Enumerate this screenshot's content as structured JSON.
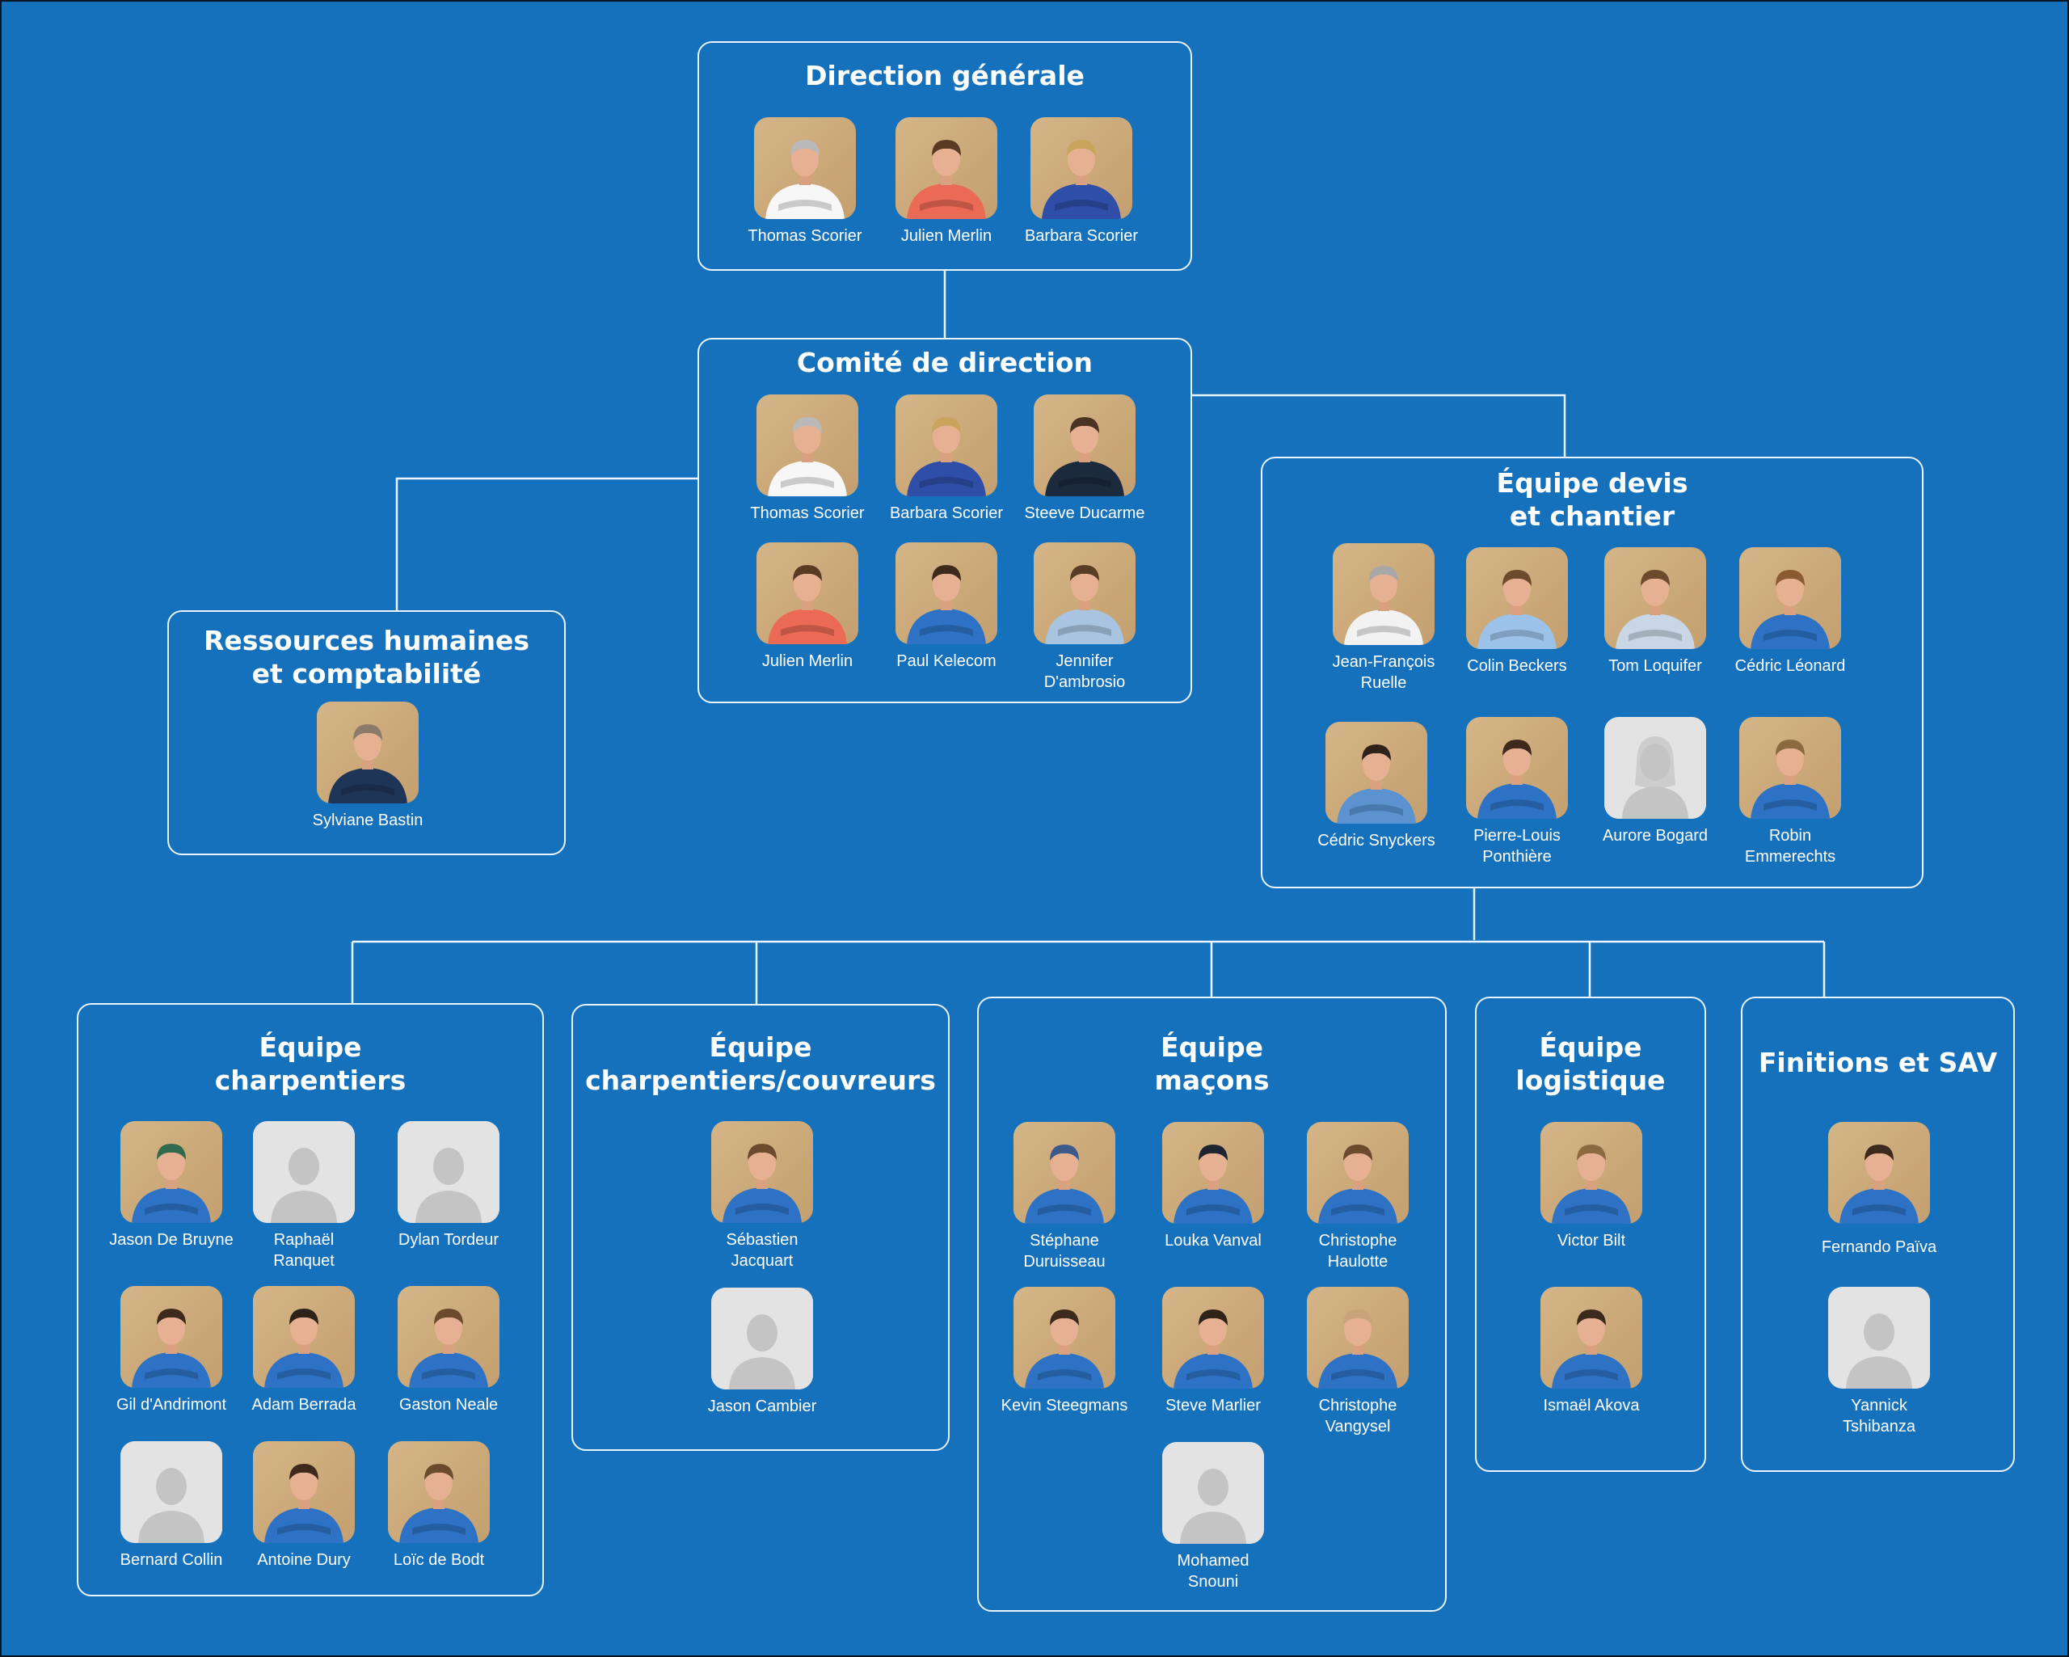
{
  "colors": {
    "background": "#1571bc",
    "border": "#eaf4ff",
    "text": "#ffffff",
    "placeholder": "#e3e3e3",
    "photo_bg": "#d2b284"
  },
  "groups": [
    {
      "id": "direction-generale",
      "title": "Direction générale",
      "members": [
        {
          "name": "Thomas Scorier",
          "shirt": "#f7f7f7",
          "hair": "#b9b9b9",
          "photo": true
        },
        {
          "name": "Julien Merlin",
          "shirt": "#ea6a55",
          "hair": "#5a3a22",
          "photo": true
        },
        {
          "name": "Barbara Scorier",
          "shirt": "#2e4ea8",
          "hair": "#c9a45c",
          "photo": true
        }
      ]
    },
    {
      "id": "comite-direction",
      "title": "Comité de direction",
      "members": [
        {
          "name": "Thomas Scorier",
          "shirt": "#f7f7f7",
          "hair": "#b9b9b9",
          "photo": true
        },
        {
          "name": "Barbara Scorier",
          "shirt": "#2e4ea8",
          "hair": "#c9a45c",
          "photo": true
        },
        {
          "name": "Steeve Ducarme",
          "shirt": "#1c2a3d",
          "hair": "#4a3322",
          "photo": true
        },
        {
          "name": "Julien Merlin",
          "shirt": "#ea6a55",
          "hair": "#5a3a22",
          "photo": true
        },
        {
          "name": "Paul Kelecom",
          "shirt": "#2d72c4",
          "hair": "#3d2a1c",
          "photo": true
        },
        {
          "name": "Jennifer\nD'ambrosio",
          "shirt": "#a9c4e0",
          "hair": "#5a3d26",
          "photo": true
        }
      ]
    },
    {
      "id": "ressources-humaines",
      "title": "Ressources humaines\net comptabilité",
      "members": [
        {
          "name": "Sylviane Bastin",
          "shirt": "#1f3558",
          "hair": "#8c7a6b",
          "photo": true
        }
      ]
    },
    {
      "id": "equipe-devis",
      "title": "Équipe devis\net chantier",
      "members": [
        {
          "name": "Jean-François\nRuelle",
          "shirt": "#f2f2f2",
          "hair": "#a7a7a7",
          "photo": true
        },
        {
          "name": "Colin Beckers",
          "shirt": "#9cc2ea",
          "hair": "#6b4a2e",
          "photo": true
        },
        {
          "name": "Tom Loquifer",
          "shirt": "#c9d6e6",
          "hair": "#6b4a2e",
          "photo": true
        },
        {
          "name": "Cédric Léonard",
          "shirt": "#2d72c4",
          "hair": "#8a5a32",
          "photo": true
        },
        {
          "name": "Cédric Snyckers",
          "shirt": "#5a93d0",
          "hair": "#2e2219",
          "photo": true
        },
        {
          "name": "Pierre-Louis\nPonthière",
          "shirt": "#2d72c4",
          "hair": "#3d2a1c",
          "photo": true
        },
        {
          "name": "Aurore Bogard",
          "photo": false,
          "female": true
        },
        {
          "name": "Robin\nEmmerechts",
          "shirt": "#2d72c4",
          "hair": "#8a6a3e",
          "photo": true
        }
      ]
    },
    {
      "id": "equipe-charpentiers",
      "title": "Équipe\ncharpentiers",
      "members": [
        {
          "name": "Jason De Bruyne",
          "shirt": "#2d72c4",
          "hair": "#2f6a4c",
          "photo": true
        },
        {
          "name": "Raphaël\nRanquet",
          "photo": false
        },
        {
          "name": "Dylan Tordeur",
          "photo": false
        },
        {
          "name": "Gil d'Andrimont",
          "shirt": "#2d72c4",
          "hair": "#3d2a1c",
          "photo": true
        },
        {
          "name": "Adam Berrada",
          "shirt": "#2d72c4",
          "hair": "#2e2219",
          "photo": true
        },
        {
          "name": "Gaston Neale",
          "shirt": "#2d72c4",
          "hair": "#6b4a2e",
          "photo": true
        },
        {
          "name": "Bernard Collin",
          "photo": false
        },
        {
          "name": "Antoine Dury",
          "shirt": "#2d72c4",
          "hair": "#3d2a1c",
          "photo": true
        },
        {
          "name": "Loïc de Bodt",
          "shirt": "#2d72c4",
          "hair": "#6b4a2e",
          "photo": true
        }
      ]
    },
    {
      "id": "equipe-couvreurs",
      "title": "Équipe\ncharpentiers/couvreurs",
      "members": [
        {
          "name": "Sébastien\nJacquart",
          "shirt": "#2d72c4",
          "hair": "#6b4a2e",
          "photo": true
        },
        {
          "name": "Jason Cambier",
          "photo": false
        }
      ]
    },
    {
      "id": "equipe-macons",
      "title": "Équipe\nmaçons",
      "members": [
        {
          "name": "Stéphane\nDuruisseau",
          "shirt": "#2d72c4",
          "hair": "#3b5a8a",
          "photo": true
        },
        {
          "name": "Louka Vanval",
          "shirt": "#2d72c4",
          "hair": "#1e2530",
          "photo": true
        },
        {
          "name": "Christophe\nHaulotte",
          "shirt": "#2d72c4",
          "hair": "#6b4a2e",
          "photo": true
        },
        {
          "name": "Kevin Steegmans",
          "shirt": "#2d72c4",
          "hair": "#3d2a1c",
          "photo": true
        },
        {
          "name": "Steve Marlier",
          "shirt": "#2d72c4",
          "hair": "#2e2219",
          "photo": true
        },
        {
          "name": "Christophe\nVangysel",
          "shirt": "#2d72c4",
          "hair": "#c9a47a",
          "photo": true
        },
        {
          "name": "Mohamed\nSnouni",
          "photo": false
        }
      ]
    },
    {
      "id": "equipe-logistique",
      "title": "Équipe\nlogistique",
      "members": [
        {
          "name": "Victor Bilt",
          "shirt": "#2d72c4",
          "hair": "#8a6a3e",
          "photo": true
        },
        {
          "name": "Ismaël Akova",
          "shirt": "#2d72c4",
          "hair": "#3d2a1c",
          "photo": true
        }
      ]
    },
    {
      "id": "finitions-sav",
      "title": "Finitions et SAV",
      "members": [
        {
          "name": "Fernando Païva",
          "shirt": "#2d72c4",
          "hair": "#3d2a1c",
          "photo": true
        },
        {
          "name": "Yannick\nTshibanza",
          "photo": false
        }
      ]
    }
  ]
}
